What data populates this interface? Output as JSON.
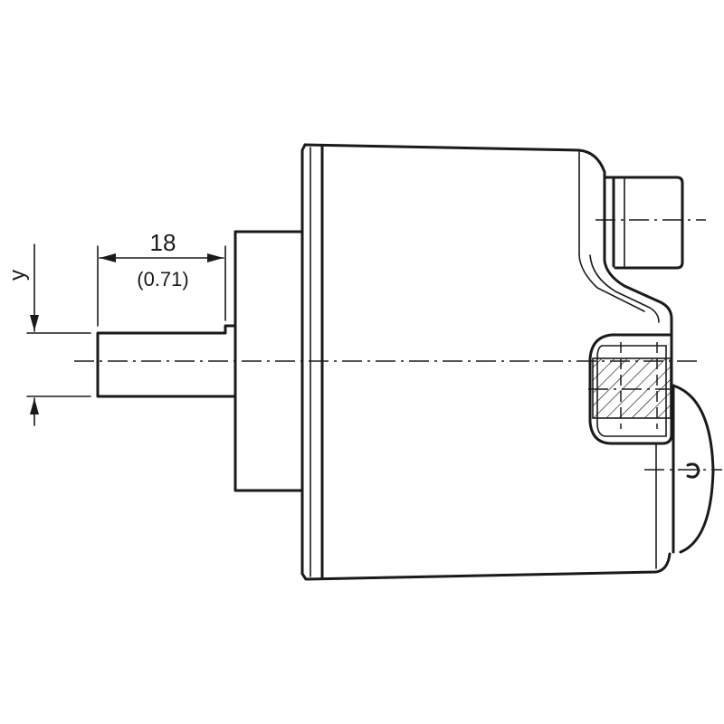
{
  "dimensions": {
    "shaft_length": {
      "value": "18",
      "imperial": "(0.71)"
    },
    "shaft_diameter": {
      "label": "y"
    }
  },
  "colors": {
    "line": "#1a1a1a",
    "background": "#ffffff"
  }
}
